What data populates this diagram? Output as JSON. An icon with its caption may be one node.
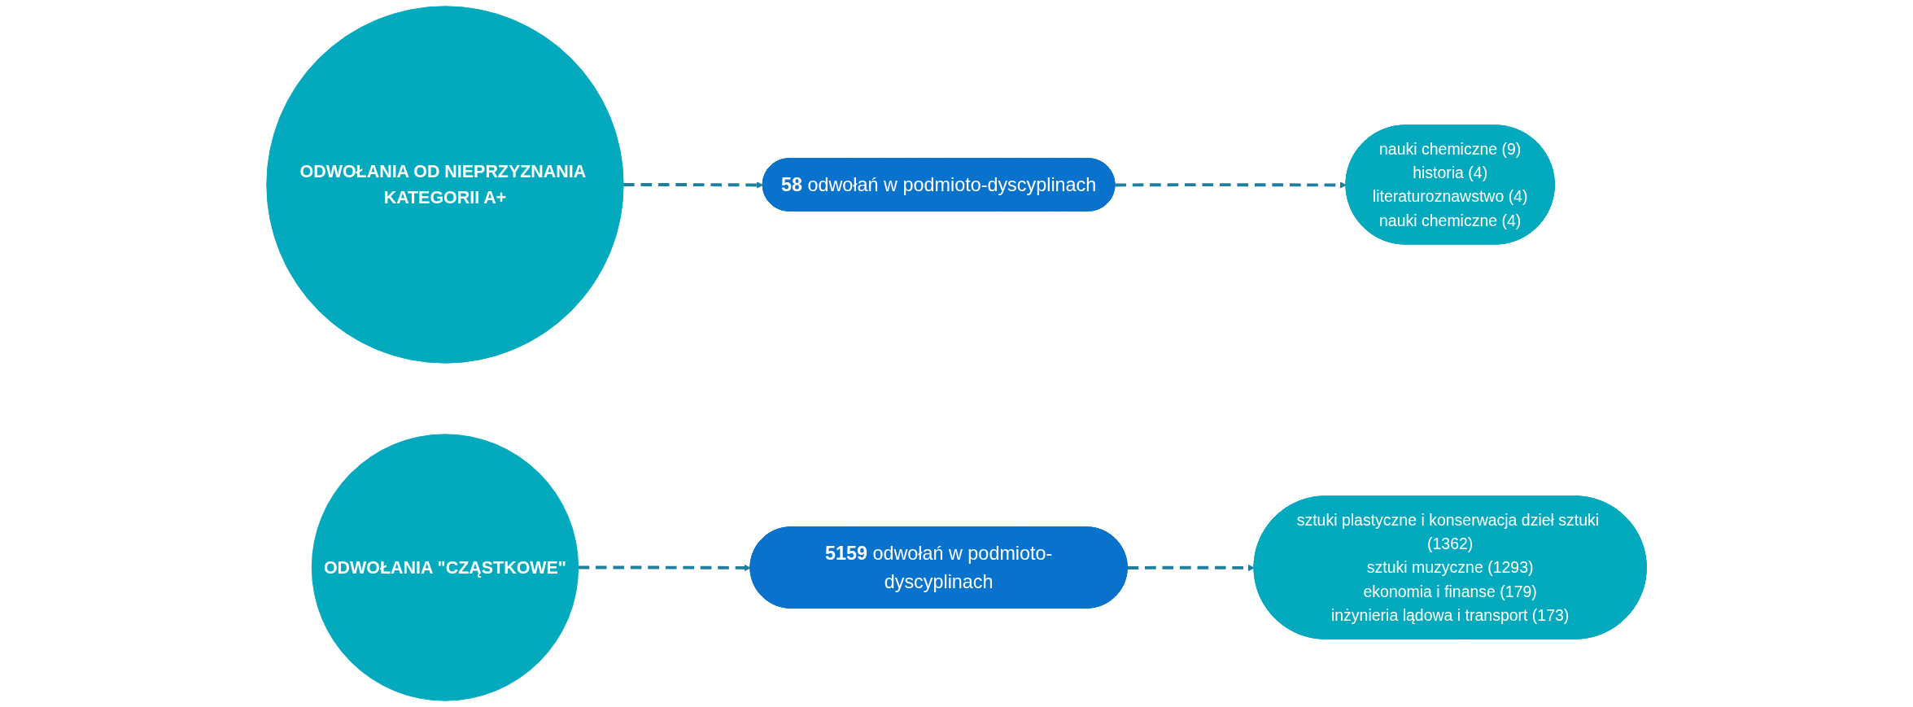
{
  "diagram": {
    "nodes": [
      {
        "text": [
          "ODWOŁANIA OD NIEPRZYZNANIA KATEGORII A+"
        ]
      },
      {
        "text": [
          "**58** odwołań w podmioto-dyscyplinach"
        ]
      },
      {
        "text": [
          "nauki chemiczne (9)",
          "historia (4)",
          "literaturoznawstwo (4)",
          "nauki chemiczne (4)"
        ]
      },
      {
        "text": [
          "ODWOŁANIA \"CZĄSTKOWE\""
        ]
      },
      {
        "text": [
          "**5159** odwołań w podmioto-dyscyplinach"
        ]
      },
      {
        "text": [
          "sztuki plastyczne i konserwacja dzieł sztuki (1362)",
          "sztuki muzyczne (1293)",
          "ekonomia i finanse (179)",
          "inżynieria lądowa i transport (173)"
        ]
      }
    ],
    "edges": [
      {
        "from": 0,
        "to": 1,
        "arrow": "to",
        "style": "dashed"
      },
      {
        "from": 1,
        "to": 2,
        "arrow": "to",
        "style": "dashed"
      },
      {
        "from": 3,
        "to": 4,
        "arrow": "to",
        "style": "dashed"
      },
      {
        "from": 4,
        "to": 5,
        "arrow": "to",
        "style": "dashed"
      }
    ]
  }
}
